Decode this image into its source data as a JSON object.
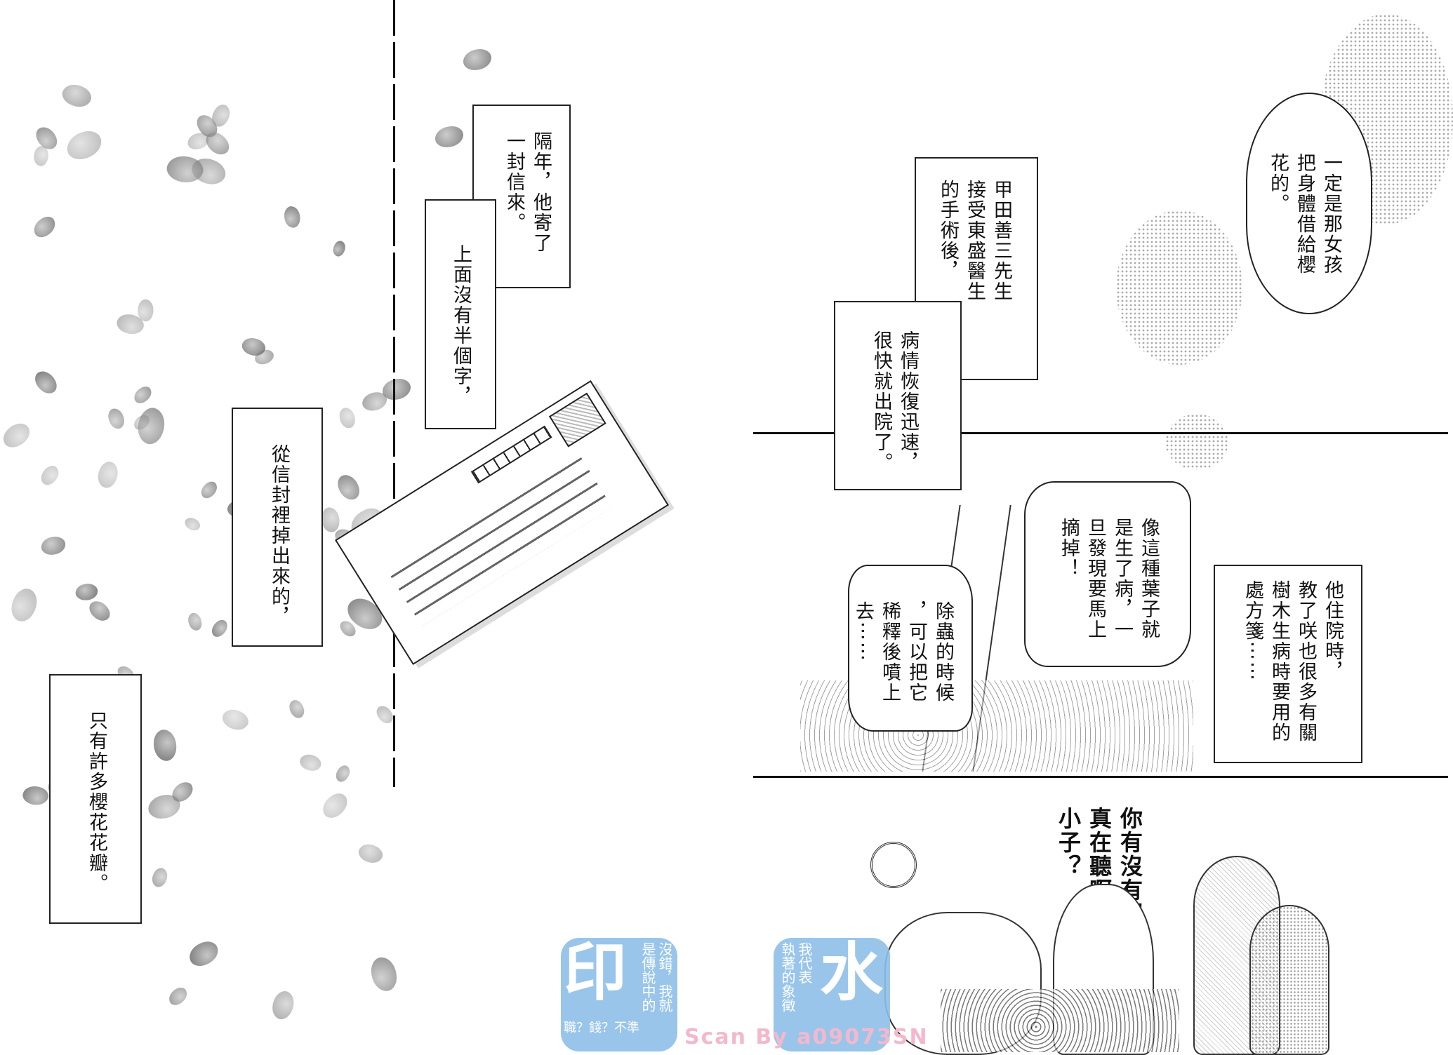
{
  "left_page": {
    "caption_1": "隔年，他寄了\n一封信來。",
    "caption_2": "上面沒有半個字，",
    "caption_3": "從信封裡掉出來的，",
    "caption_4": "只有許多櫻花花瓣。"
  },
  "right_page": {
    "thought_bubble": "一定是那女孩\n把身體借給櫻\n花的。",
    "caption_1": "甲田善三先生\n接受東盛醫生\n的手術後，",
    "caption_2": "病情恢復迅速，\n很快就出院了。",
    "speech_1": "像這種葉子就\n是生了病，一\n旦發現要馬上\n摘掉！",
    "speech_2": "除蟲的時候\n，可以把它\n稀釋後噴上\n去⋯⋯",
    "caption_3": "他住院時，\n教了咲也很多有關\n樹木生病時要用的\n處方箋⋯⋯",
    "shout": "你有沒有認\n真在聽啊，\n小子？"
  },
  "watermarks": {
    "badge_1_char": "印",
    "badge_1_text": "沒錯，我就\n是傳說中的",
    "badge_1_extra": "職？錢？不準",
    "badge_2_char": "水",
    "badge_2_text": "我代表\n執著的象徵",
    "scan_credit": "Scan By a09073SN"
  }
}
